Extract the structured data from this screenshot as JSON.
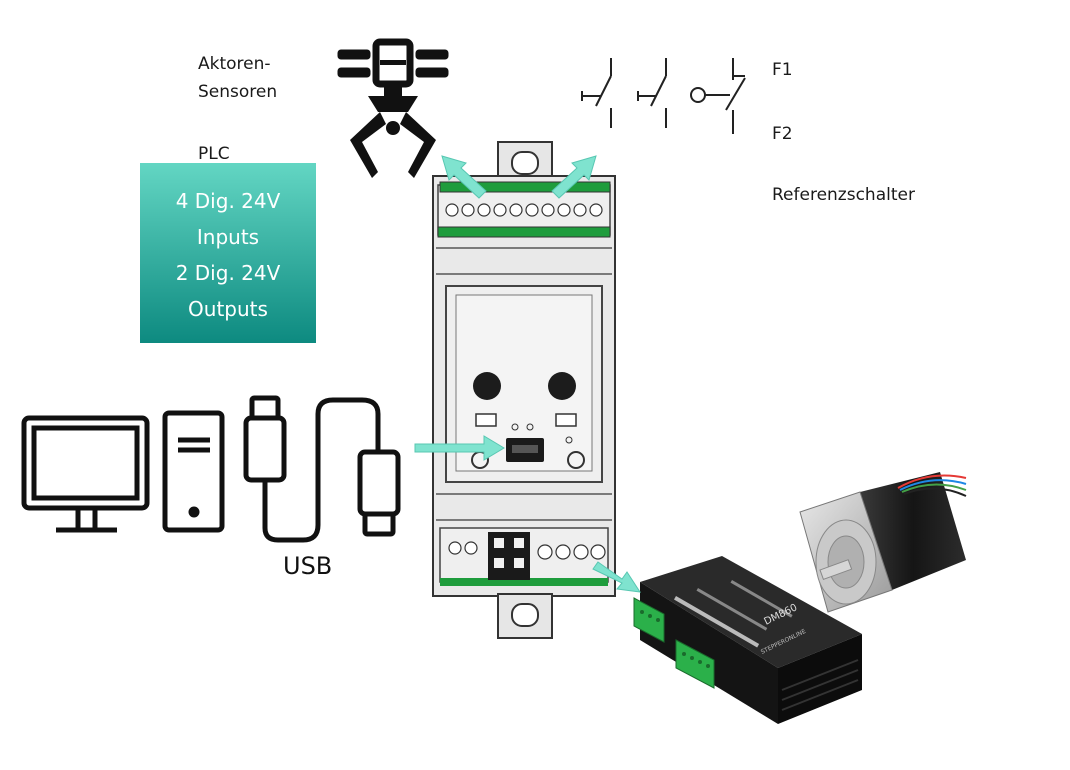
{
  "labels": {
    "aktoren_line1": "Aktoren-",
    "aktoren_line2": "Sensoren",
    "plc": "PLC",
    "f1": "F1",
    "f2": "F2",
    "referenzschalter": "Referenzschalter",
    "usb": "USB"
  },
  "plc_box": {
    "line1": "4 Dig. 24V",
    "line2": "Inputs",
    "line3": "2 Dig. 24V",
    "line4": "Outputs"
  },
  "driver": {
    "model": "DM860",
    "brand": "STEPPERONLINE"
  },
  "icons": [
    "robot-gripper-icon",
    "switch-no-icon",
    "switch-pressure-icon",
    "monitor-icon",
    "pc-tower-icon",
    "usb-cable-icon",
    "stepper-motor-icon",
    "stepper-driver-icon",
    "din-rail-controller-icon"
  ],
  "colors": {
    "arrow": "#7fe3cf",
    "plc_gradient_top": "#63d6c3",
    "plc_gradient_bottom": "#0d8a80",
    "terminal_green": "#1e9c3c",
    "driver_body": "#1b1b1b"
  }
}
